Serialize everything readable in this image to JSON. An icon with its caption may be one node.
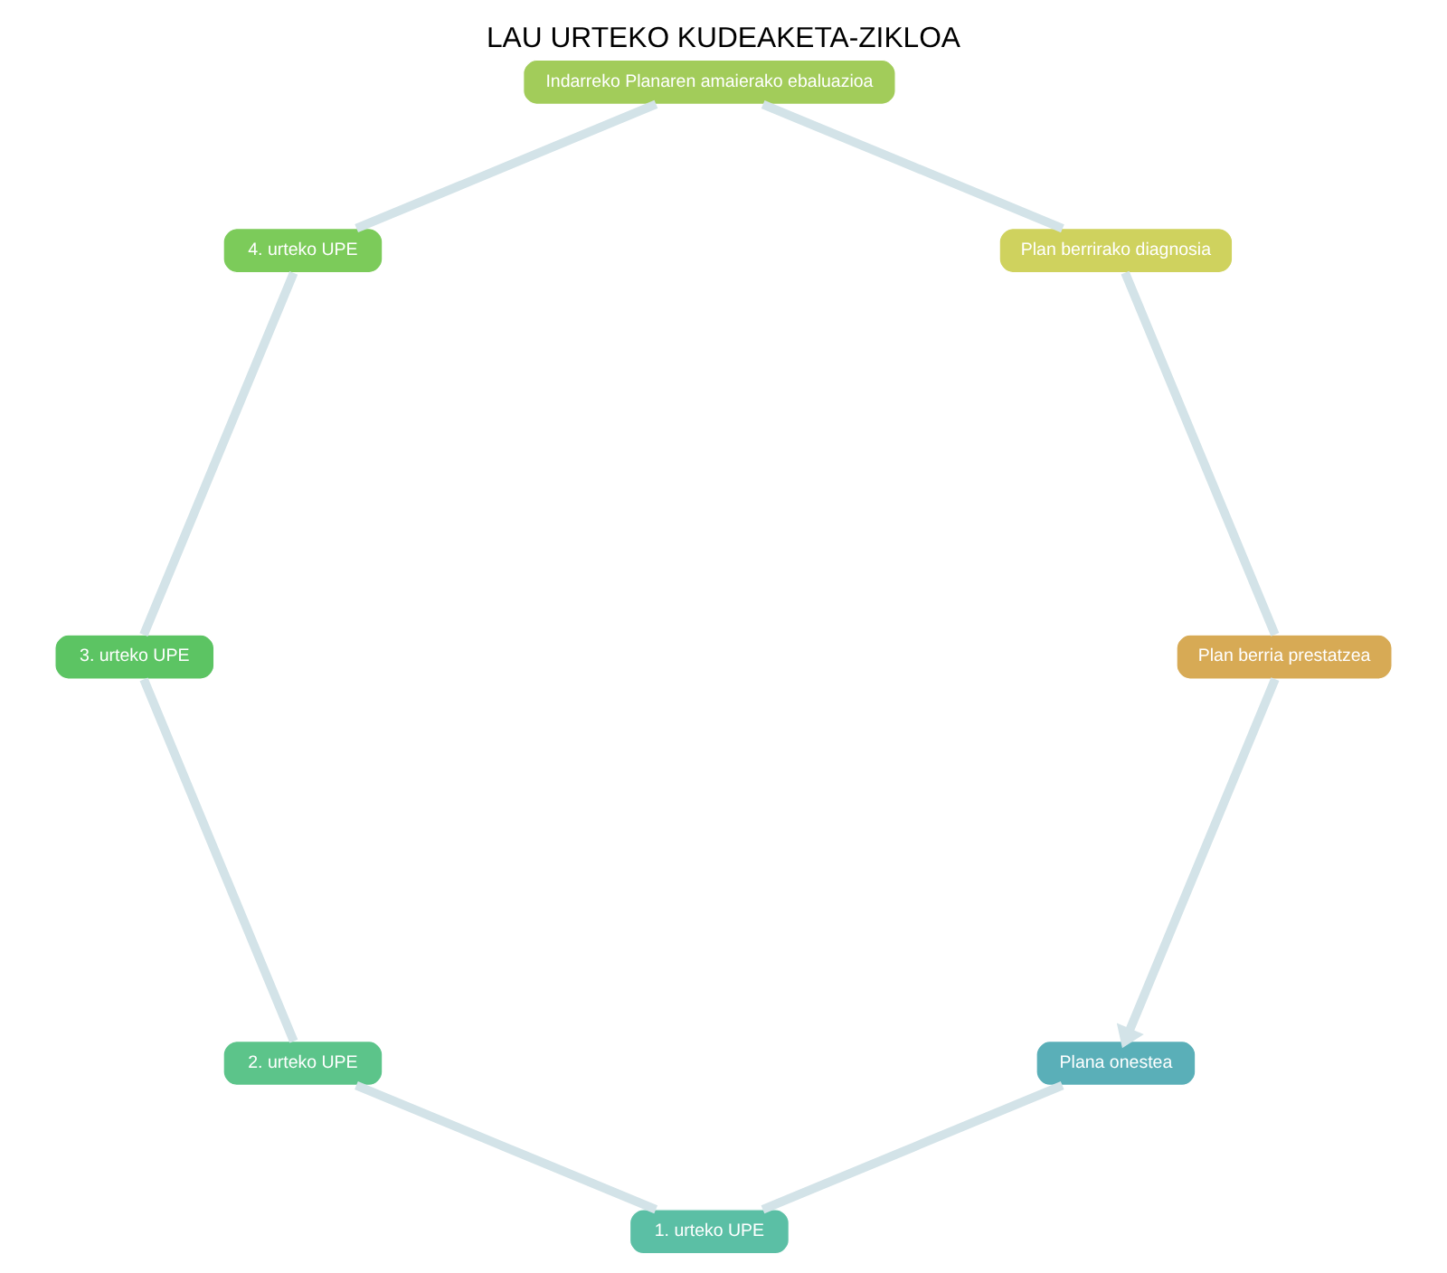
{
  "diagram": {
    "title": "LAU URTEKO KUDEAKETA-ZIKLOA",
    "nodes": [
      {
        "text": [
          "Plana onestea"
        ]
      },
      {
        "text": [
          "1. urteko UPE"
        ]
      },
      {
        "text": [
          "2. urteko UPE"
        ]
      },
      {
        "text": [
          "3. urteko UPE"
        ]
      },
      {
        "text": [
          "4. urteko UPE"
        ]
      },
      {
        "text": [
          "Indarreko Planaren amaierako ebaluazioa"
        ]
      },
      {
        "text": [
          "Plan berrirako diagnosia"
        ]
      },
      {
        "text": [
          "Plan berria prestatzea"
        ]
      }
    ],
    "edges": [
      {
        "from": 0,
        "to": 1,
        "arrow": "none",
        "color": "#d3e3e8"
      },
      {
        "from": 1,
        "to": 2,
        "arrow": "none",
        "color": "#d3e3e8"
      },
      {
        "from": 2,
        "to": 3,
        "arrow": "none",
        "color": "#d3e3e8"
      },
      {
        "from": 3,
        "to": 4,
        "arrow": "none",
        "color": "#d3e3e8"
      },
      {
        "from": 4,
        "to": 5,
        "arrow": "none",
        "color": "#d3e3e8"
      },
      {
        "from": 5,
        "to": 6,
        "arrow": "none",
        "color": "#d3e3e8"
      },
      {
        "from": 6,
        "to": 7,
        "arrow": "none",
        "color": "#d3e3e8"
      },
      {
        "from": 7,
        "to": 0,
        "arrow": "to",
        "color": "#d3e3e8"
      }
    ]
  }
}
